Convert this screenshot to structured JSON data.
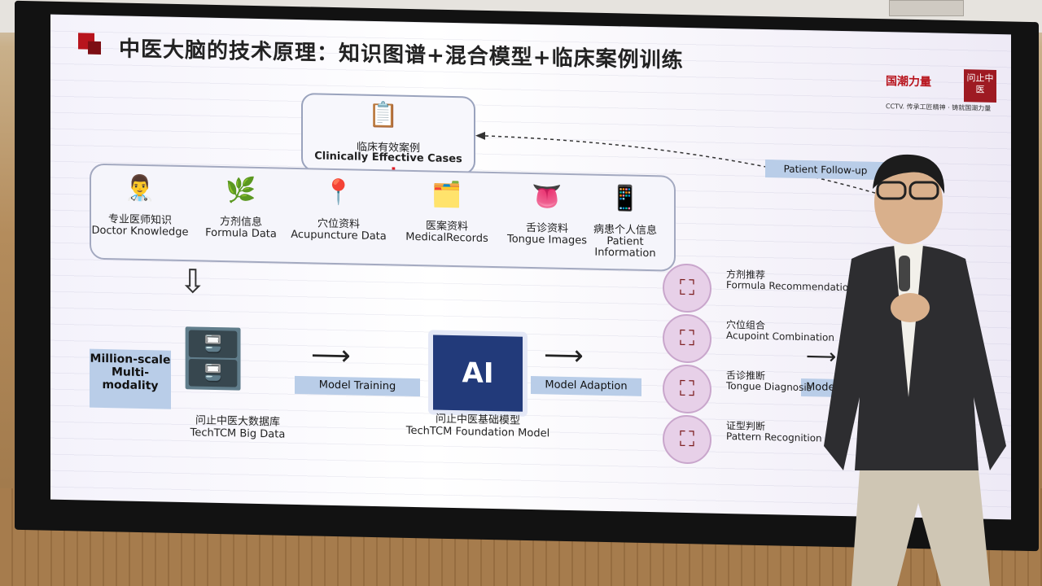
{
  "slide": {
    "title": "中医大脑的技术原理：知识图谱+混合模型+临床案例训练",
    "brand": {
      "name": "国潮力量",
      "seal": "问止中医",
      "tagline": "CCTV. 传承工匠精神 · 铸就国潮力量"
    },
    "cases": {
      "cn": "临床有效案例",
      "en": "Clinically Effective Cases",
      "icon": "document-search-icon"
    },
    "plus_icon": "red-plus-icon",
    "follow_up": "Patient Follow-up",
    "sources": [
      {
        "cn": "专业医师知识",
        "en": "Doctor Knowledge",
        "icon": "doctor-icon"
      },
      {
        "cn": "方剂信息",
        "en": "Formula Data",
        "icon": "mortar-herb-icon"
      },
      {
        "cn": "穴位资料",
        "en": "Acupuncture Data",
        "icon": "acupuncture-needles-icon"
      },
      {
        "cn": "医案资料",
        "en": "MedicalRecords",
        "icon": "medical-folder-icon"
      },
      {
        "cn": "舌诊资料",
        "en": "Tongue Images",
        "icon": "tongue-icon"
      },
      {
        "cn": "病患个人信息",
        "en": "Patient Information",
        "icon": "patient-phone-icon"
      }
    ],
    "bigdata": {
      "million": "Million-scale Multi-modality",
      "cn": "问止中医大数据库",
      "en": "TechTCM Big Data",
      "icon": "database-server-icon"
    },
    "model_training": "Model Training",
    "foundation": {
      "chip": "AI",
      "cn": "问止中医基础模型",
      "en": "TechTCM Foundation Model"
    },
    "model_adaption": "Model Adaption",
    "model_inference": "Model Infe",
    "outputs": [
      {
        "cn": "方剂推荐",
        "en": "Formula Recommendation",
        "icon": "neural-net-icon"
      },
      {
        "cn": "穴位组合",
        "en": "Acupoint Combination",
        "icon": "neural-net-icon"
      },
      {
        "cn": "舌诊推断",
        "en": "Tongue Diagnosis",
        "icon": "neural-net-icon"
      },
      {
        "cn": "证型判断",
        "en": "Pattern Recognition",
        "icon": "neural-net-icon"
      }
    ]
  }
}
